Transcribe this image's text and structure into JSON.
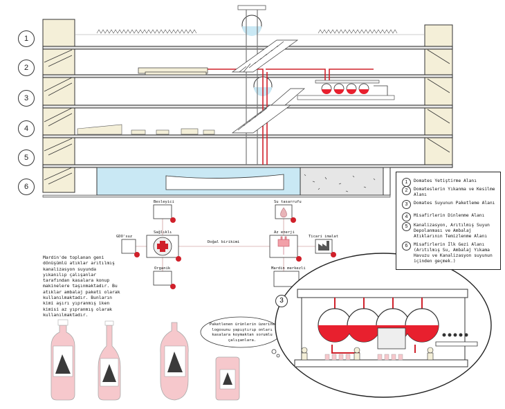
{
  "levels": [
    "1",
    "2",
    "3",
    "4",
    "5",
    "6"
  ],
  "legend": [
    {
      "num": "1",
      "text": "Domates Yetiştirme Alanı"
    },
    {
      "num": "2",
      "text": "Domateslerin Yıkanma ve Kesilme Alanı"
    },
    {
      "num": "3",
      "text": "Domates Suyunun Paketleme Alanı"
    },
    {
      "num": "4",
      "text": "Misafirlerin Dinlenme Alanı"
    },
    {
      "num": "5",
      "text": "Kanalizasyon, Arıtılmış Suyun Depolanması ve Ambalaj Atıklarının Temizlenme Alanı"
    },
    {
      "num": "6",
      "text": "Misafirlerin İlk Gezi Alanı (Arıtılmış Su, Ambalaj Yıkama Havuzu ve Kanalizasyon suyunun içinden geçmek.)"
    }
  ],
  "diagram": {
    "nodes": {
      "besleyici": "Besleyici",
      "saglikli": "Sağlıklı",
      "uretim_notu": "GDO'suz",
      "organik": "Organik",
      "dogal_birikim": "Doğal birikimi",
      "su_tasarrufu": "Su tasarrufu",
      "az_enerji": "Az enerji",
      "ticari_imalat": "Ticari imalat",
      "mardin_merkezli": "Mardin merkezli"
    },
    "center_hub_icon": "health-cross-icon",
    "energy_icon": "plug-icon"
  },
  "note_left": "Mardin'de toplanan geni dönüşümlü atıklar arıtılmış kanalizasyon suyunda yıkanılıp çalışanlar tarafından kasalara konup makinelere taşınmaktadır. Bu atıklar ambalaj paketi olarak kullanılmaktadır. Bunların kimi aşırı yıpranmış iken kimisi az yıpranmış olarak kullanılmaktadır.",
  "bubble_text": "Paketlenen ürünlerin üzerine logosunu yapıştırıp onları kasalara koymaktan sorumlu çalışanlara.",
  "detail_callout": "3",
  "colors": {
    "water": "#c9e8f4",
    "pipe": "#d0202a",
    "juice": "#e8202e",
    "bottle": "#f6c8cc",
    "wall": "#f4efd8"
  }
}
